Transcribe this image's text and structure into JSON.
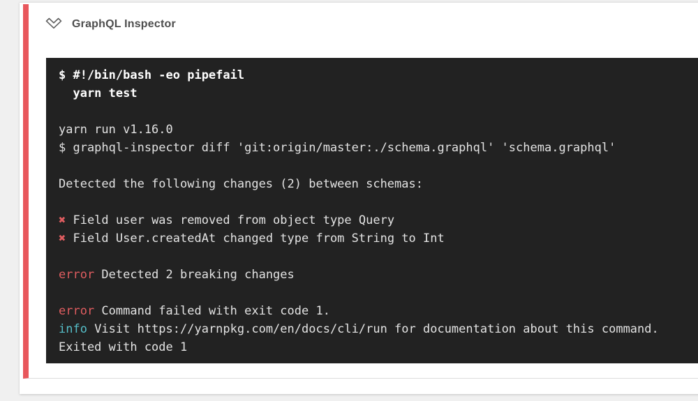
{
  "page": {
    "background": "#f0f0f0"
  },
  "card": {
    "background": "#ffffff",
    "accent_color": "#e8575c",
    "divider_color": "#dddddd"
  },
  "header": {
    "title": "GraphQL Inspector",
    "icon": "chevron-down"
  },
  "terminal": {
    "bg": "#222222",
    "colors": {
      "text": "#e3e3e3",
      "bright": "#ffffff",
      "red": "#e05d60",
      "cyan": "#56bfc9"
    },
    "lines": [
      {
        "segments": [
          {
            "text": "$ #!/bin/bash -eo pipefail",
            "style": "bold",
            "name": "shebang-command"
          }
        ]
      },
      {
        "segments": [
          {
            "text": "  yarn test",
            "style": "bold",
            "name": "run-command"
          }
        ]
      },
      {
        "segments": []
      },
      {
        "segments": [
          {
            "text": "yarn run v1.16.0",
            "name": "yarn-version"
          }
        ]
      },
      {
        "segments": [
          {
            "text": "$ graphql-inspector diff 'git:origin/master:./schema.graphql' 'schema.graphql'",
            "name": "inspector-command"
          }
        ]
      },
      {
        "segments": []
      },
      {
        "segments": [
          {
            "text": "Detected the following changes (2) between schemas:",
            "name": "changes-summary"
          }
        ]
      },
      {
        "segments": []
      },
      {
        "segments": [
          {
            "text": "✖",
            "style": "red",
            "name": "cross-icon"
          },
          {
            "text": " Field user was removed from object type Query",
            "name": "breaking-change-1"
          }
        ]
      },
      {
        "segments": [
          {
            "text": "✖",
            "style": "red",
            "name": "cross-icon"
          },
          {
            "text": " Field User.createdAt changed type from String to Int",
            "name": "breaking-change-2"
          }
        ]
      },
      {
        "segments": []
      },
      {
        "segments": [
          {
            "text": "error",
            "style": "red-label",
            "name": "error-label"
          },
          {
            "text": " Detected 2 breaking changes",
            "name": "error-message"
          }
        ]
      },
      {
        "segments": []
      },
      {
        "segments": [
          {
            "text": "error",
            "style": "red-label",
            "name": "error-label"
          },
          {
            "text": " Command failed with exit code 1.",
            "name": "exit-error-message"
          }
        ]
      },
      {
        "segments": [
          {
            "text": "info",
            "style": "cyan",
            "name": "info-label"
          },
          {
            "text": " Visit https://yarnpkg.com/en/docs/cli/run for documentation about this command.",
            "name": "info-message"
          }
        ]
      },
      {
        "segments": [
          {
            "text": "Exited with code 1",
            "name": "exit-code-message"
          }
        ]
      }
    ]
  }
}
